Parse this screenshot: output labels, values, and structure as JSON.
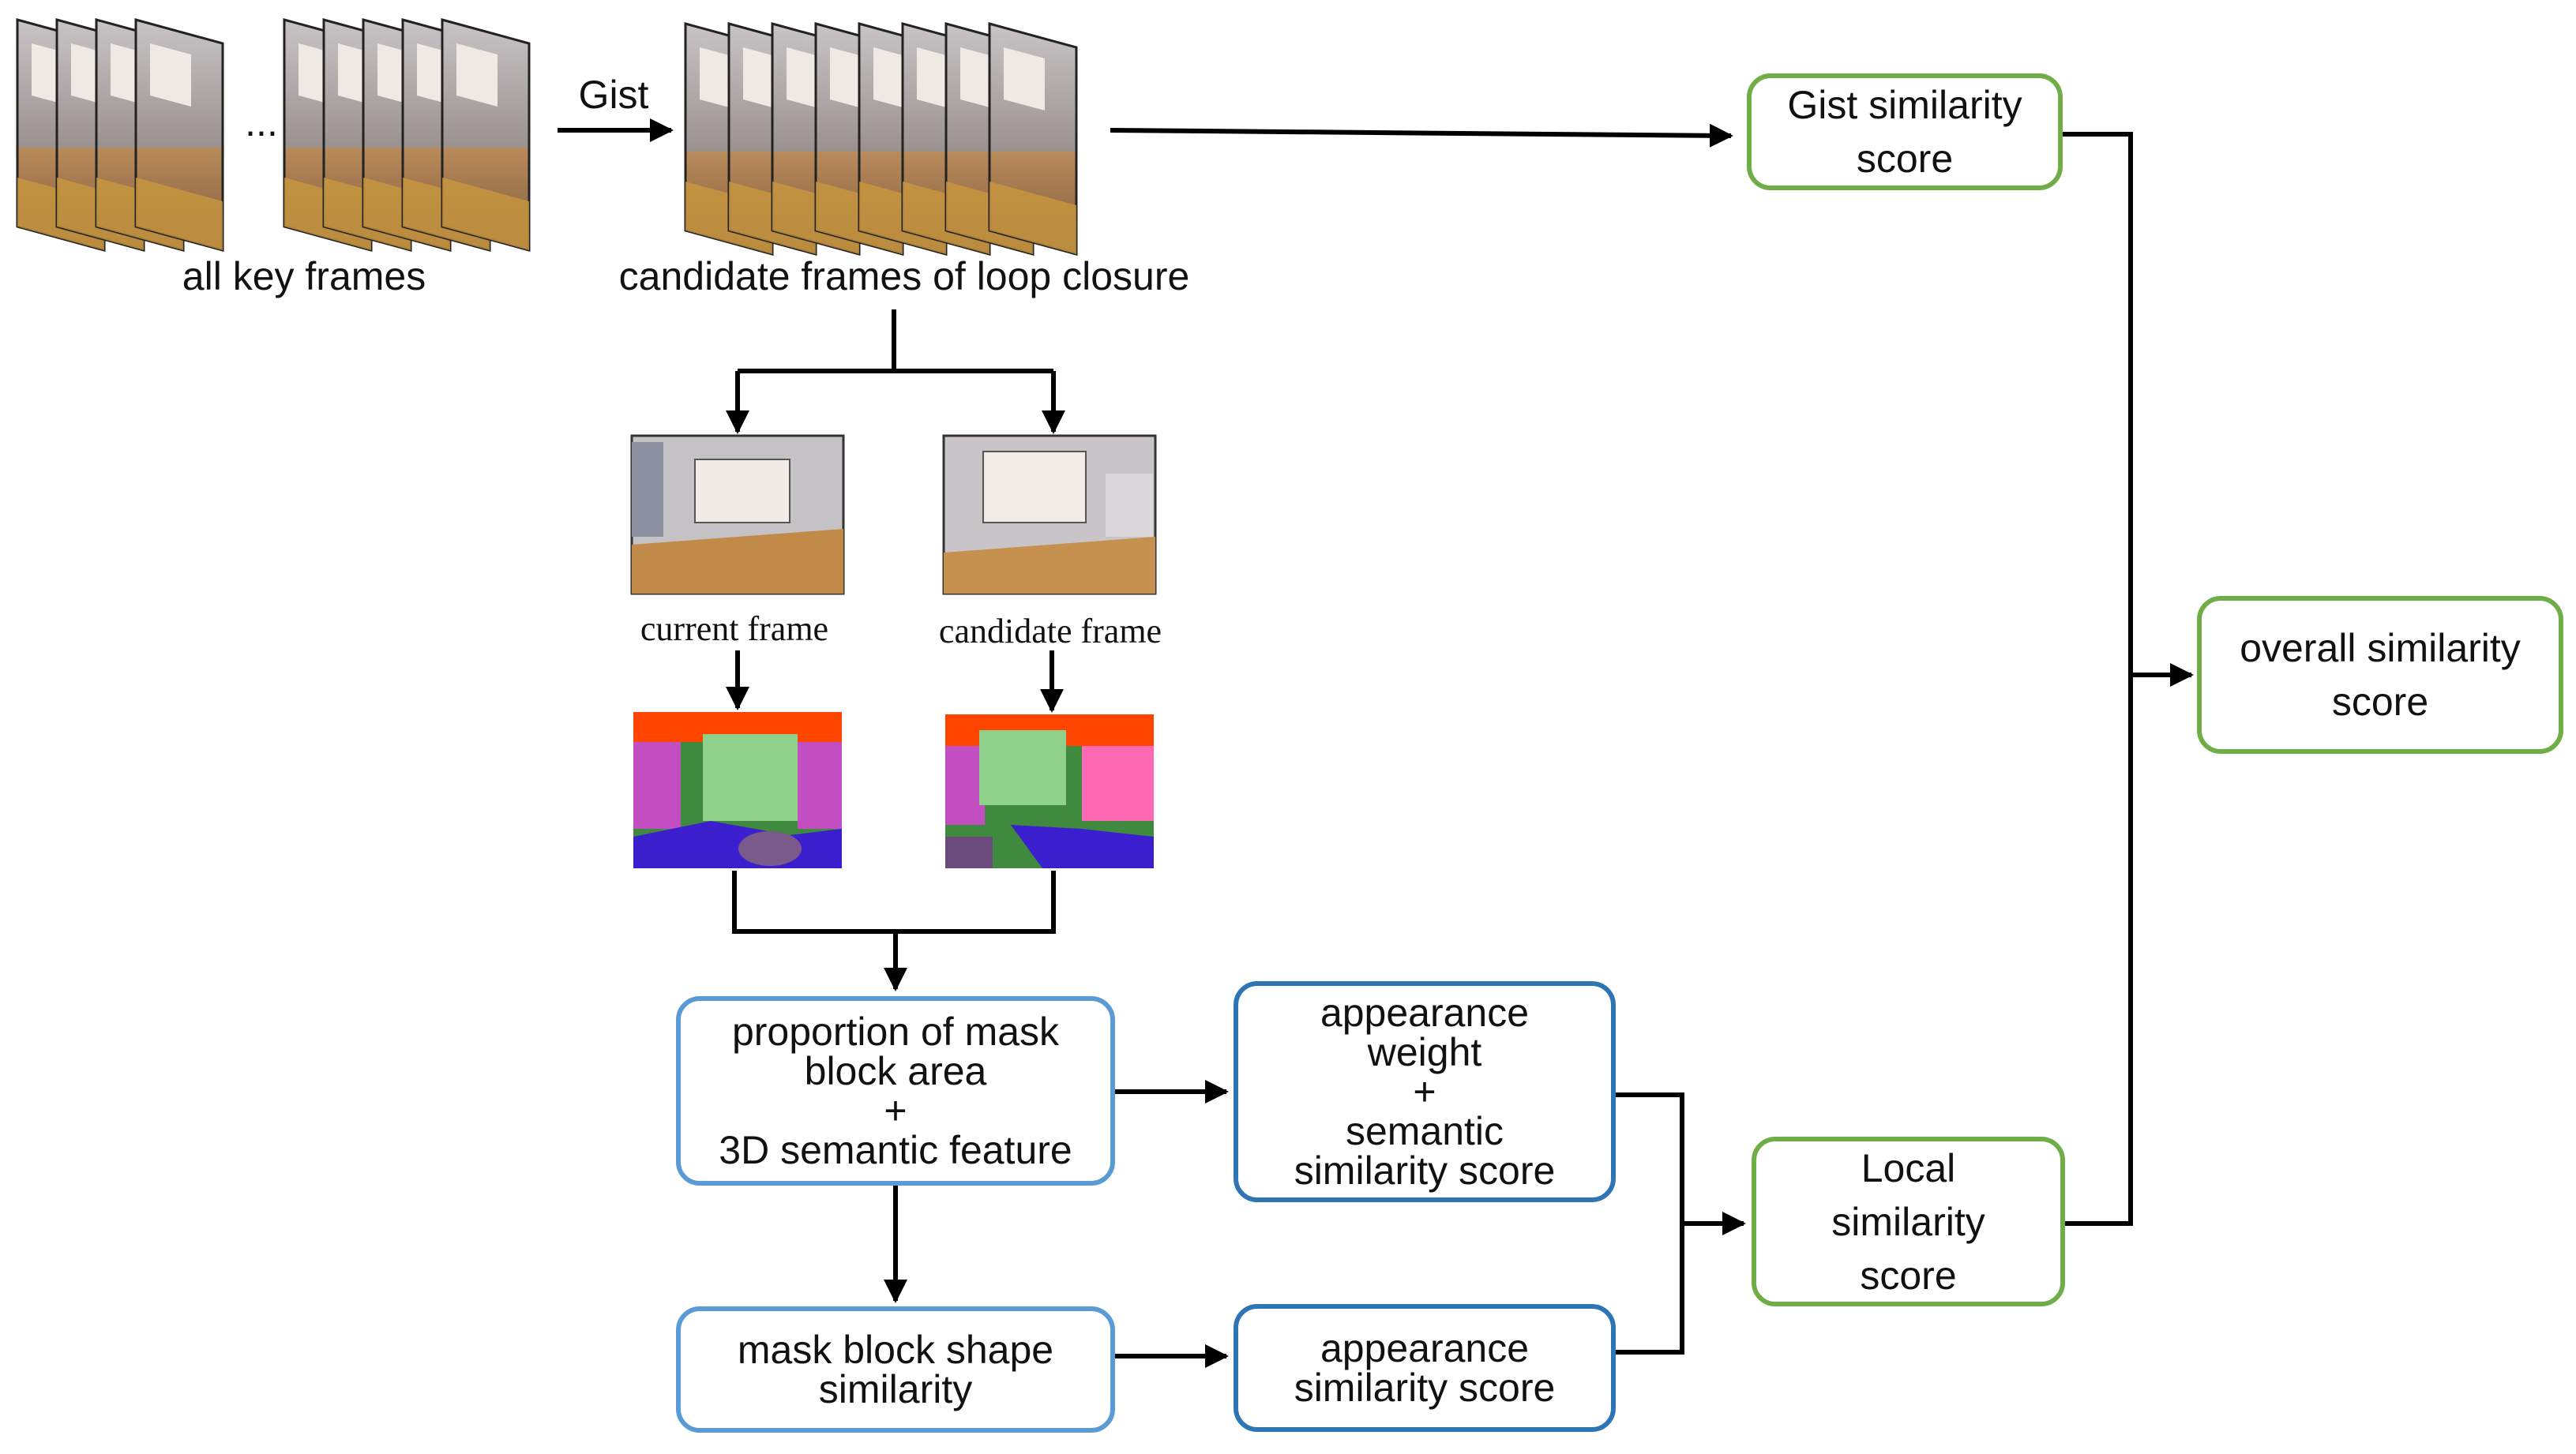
{
  "labels": {
    "gist_arrow": "Gist",
    "ellipsis": "...",
    "all_key_frames": "all key frames",
    "candidate_frames": "candidate frames of loop closure",
    "current_frame": "current frame",
    "candidate_frame": "candidate frame"
  },
  "boxes": {
    "gist_score": [
      "Gist similarity",
      "score"
    ],
    "overall_score": [
      "overall similarity",
      "score"
    ],
    "proportion": [
      "proportion of mask",
      "block area",
      "+",
      "3D semantic feature"
    ],
    "appearance_semantic": [
      "appearance",
      "weight",
      "+",
      "semantic",
      "similarity score"
    ],
    "mask_shape": [
      "mask block shape",
      "similarity"
    ],
    "appearance_score": [
      "appearance",
      "similarity score"
    ],
    "local_score": [
      "Local",
      "similarity",
      "score"
    ]
  },
  "colors": {
    "green_border": "#70ad47",
    "light_blue_border": "#5b9bd5",
    "dark_blue_border": "#2e75b6",
    "arrow": "#000000"
  }
}
